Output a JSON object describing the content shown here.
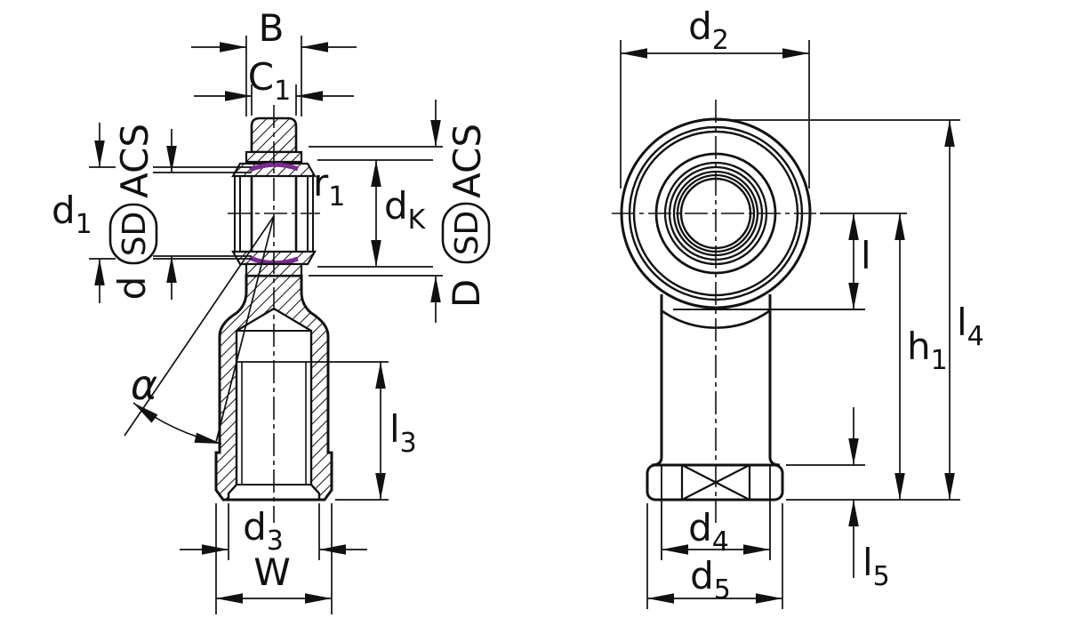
{
  "meta": {
    "background": "#ffffff",
    "line_color": "#111111",
    "seal_color": "#7a2b8f"
  },
  "left_view": {
    "labels": {
      "b": "B",
      "c1_base": "C",
      "c1_sub": "1",
      "d1_base": "d",
      "d1_sub": "1",
      "bore_d": "d",
      "sd_badge": "SD",
      "acs": "ACS",
      "outer_D": "D",
      "r1_base": "r",
      "r1_sub": "1",
      "dk_base": "d",
      "dk_sub": "K",
      "alpha": "α",
      "l3_base": "l",
      "l3_sub": "3",
      "d3_base": "d",
      "d3_sub": "3",
      "w": "W"
    }
  },
  "right_view": {
    "labels": {
      "d2_base": "d",
      "d2_sub": "2",
      "l": "l",
      "h1_base": "h",
      "h1_sub": "1",
      "l4_base": "l",
      "l4_sub": "4",
      "l5_base": "l",
      "l5_sub": "5",
      "d4_base": "d",
      "d4_sub": "4",
      "d5_base": "d",
      "d5_sub": "5"
    }
  }
}
